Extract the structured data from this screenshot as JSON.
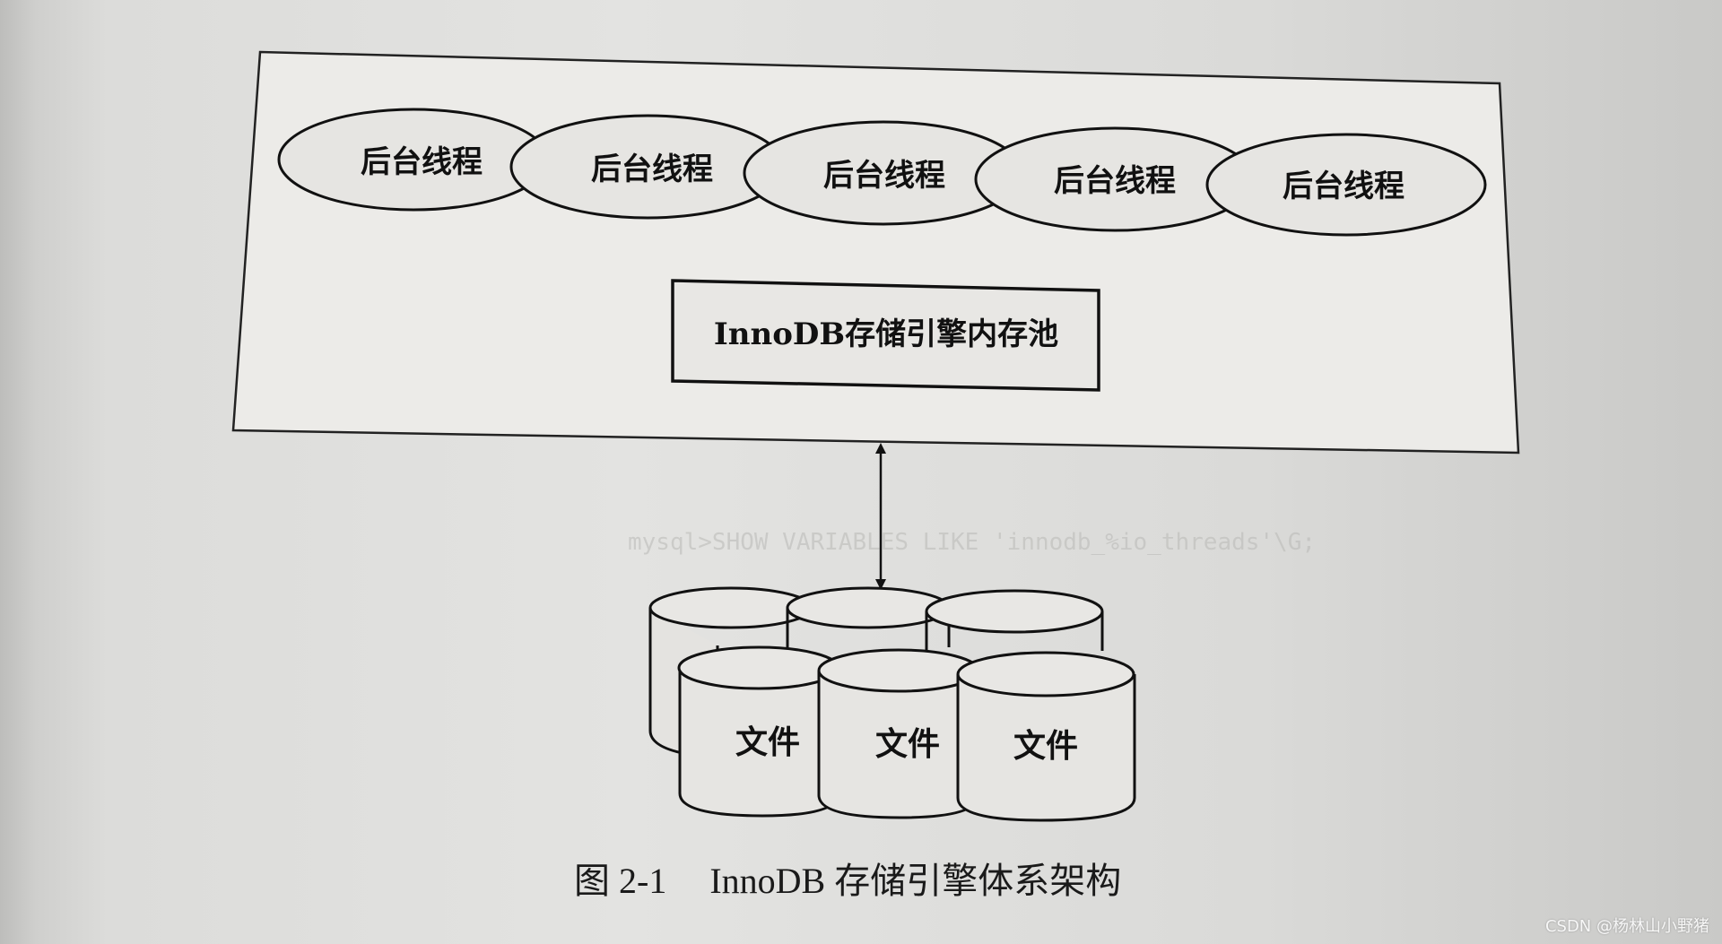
{
  "diagram": {
    "threads": [
      "后台线程",
      "后台线程",
      "后台线程",
      "后台线程",
      "后台线程"
    ],
    "buffer_pool": "InnoDB存储引擎内存池",
    "files": [
      "文件",
      "文件",
      "文件"
    ]
  },
  "caption": {
    "number": "图 2-1",
    "title": "InnoDB 存储引擎体系架构"
  },
  "watermark": "CSDN @杨林山小野猪"
}
